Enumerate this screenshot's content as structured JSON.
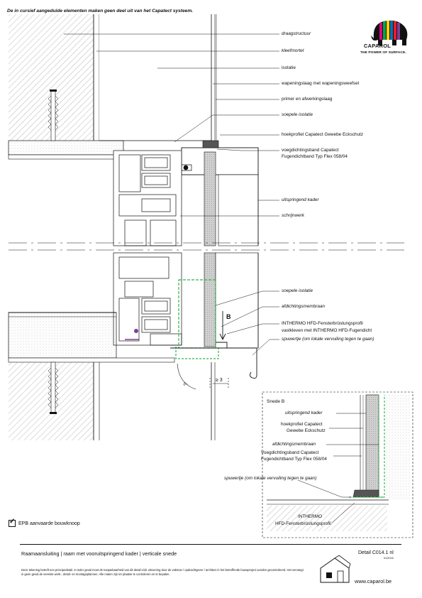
{
  "header": {
    "note": "De in cursief aangeduide elementen maken geen deel uit van het Capatect systeem."
  },
  "brand": {
    "name": "CAPAROL",
    "slogan": "THE POWER OF SURFACE.",
    "colors": [
      "#e6007e",
      "#00a651",
      "#ffd200",
      "#0072bc",
      "#ed1c24",
      "#7f3f98"
    ]
  },
  "labels": {
    "draagstructuur": "draagstructuur",
    "kleefmortel": "kleefmortel",
    "isolatie": "isolatie",
    "wapening": "wapeningslaag met wapeningsweefsel",
    "primer": "primer en afwerkingslaag",
    "soepele_isolatie_top": "soepele isolatie",
    "hoekprofiel": "hoekprofiel Capatect Gewebe Eckschutz",
    "voegband_1": "voegdichtingsband Capatect",
    "voegband_2": "Fugendichtband Typ Flex 058/04",
    "uitspringend_kader": "uitspringend kader",
    "schrijnwerk": "schrijnwerk",
    "soepele_isolatie_bottom": "soepele isolatie",
    "afdichtingsmembraan": "afdichtingsmembraan",
    "intherm_1": "INTHERMO HFD-Fensterbrüstungsprofil",
    "intherm_2": "vastkleven met INTHERMO HFD-Fugendicht",
    "spuwertje": "spuwertje (om lokale vervuiling tegen te gaan)",
    "marker_b": "B",
    "dim_3": "≥ 3",
    "angle": "5°"
  },
  "section_b": {
    "title": "Snede B",
    "uitspringend_kader": "uitspringend kader",
    "hoekprofiel_1": "hoekprofiel Capatect",
    "hoekprofiel_2": "Gewebe Eckschutz",
    "afdichtingsmembraan": "afdichtingsmembraan",
    "voegband_1": "Voegdichtingsband Capatect",
    "voegband_2": "Fugendichtband Typ Flex 058/04",
    "spuwertje": "spuwertje (om lokale vervuiling tegen te gaan)",
    "intherm_1": "INTHERMO",
    "intherm_2": "HFD-Fensterbrüstungsprofil"
  },
  "epb": {
    "label": "EPB aanvaarde bouwknoop"
  },
  "footer": {
    "title": "Raamaansluiting | raam met vooruitspringend kader | verticale snede",
    "detail": "Detail C014.1 nl",
    "date": "01/2016",
    "disclaimer": "Deze tekening betreft een principedetail. In ieder geval moet de toepasbaarheid van dit detail vóór uitvoering door de vakman / opdrachtgever / architect in het betreffende bouwproject worden gecontroleerd. Het vervangt in geen geval de vereiste werk-, detail- en montageplannen. Alle maten zijn ter plaatse te controleren en te bepalen.",
    "url": "www.caparol.be"
  },
  "colors": {
    "line": "#111111",
    "membrane": "#2db34a",
    "hatch": "#8a8a8a",
    "insulation": "#f0f0f0"
  }
}
